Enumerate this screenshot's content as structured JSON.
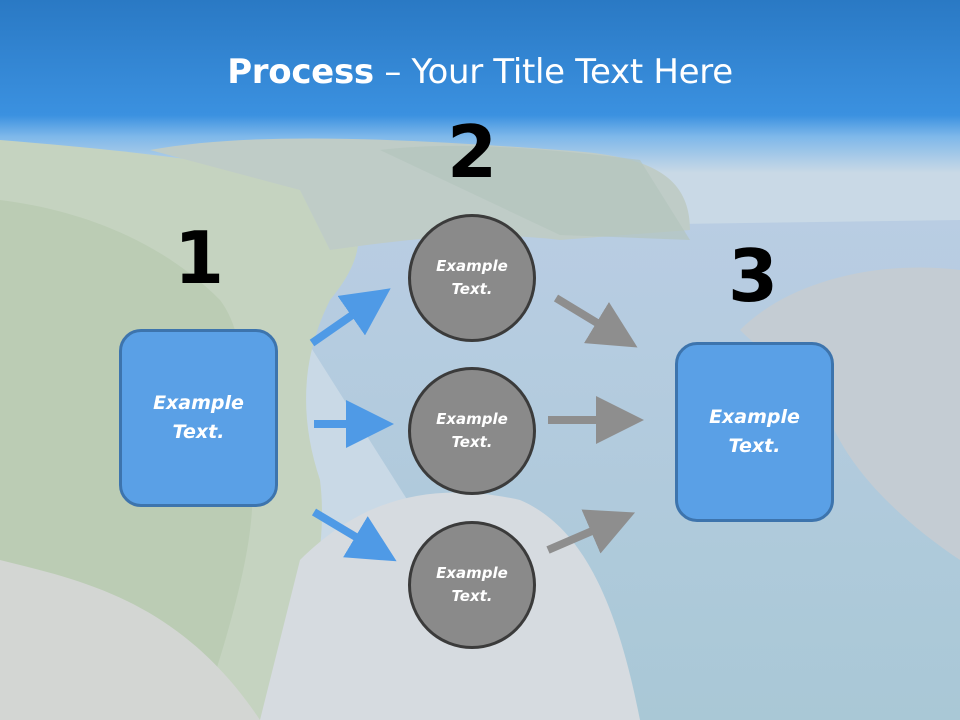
{
  "title": {
    "bold": "Process",
    "rest": " – Your Title Text Here"
  },
  "steps": [
    {
      "number": "1",
      "label": "Example\nText."
    },
    {
      "number": "2",
      "labels": [
        "Example\nText.",
        "Example\nText.",
        "Example\nText."
      ]
    },
    {
      "number": "3",
      "label": "Example\nText."
    }
  ],
  "colors": {
    "header": "#2e86d6",
    "box_fill": "#5aa0e6",
    "box_border": "#3d74ad",
    "circle_fill": "#8a8a8a",
    "circle_border": "#3b3b3b",
    "arrow_blue": "#4f9ae6",
    "arrow_gray": "#8e8e8e"
  }
}
